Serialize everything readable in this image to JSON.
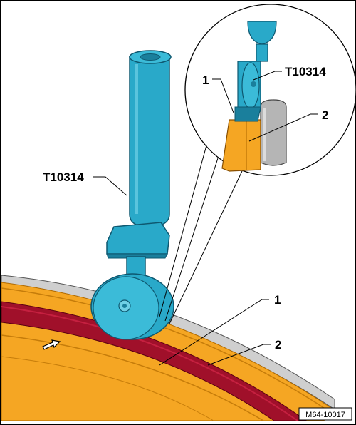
{
  "callouts": {
    "tool_main": "T10314",
    "tool_detail": "T10314",
    "part1_main": "1",
    "part2_main": "2",
    "part1_detail": "1",
    "part2_detail": "2"
  },
  "figure_ref": "M64-10017",
  "colors": {
    "tool": "#29a9c9",
    "tool_dark": "#1a7f9c",
    "trim": "#f5a623",
    "seal": "#a0102a",
    "body_grey": "#c8c8c8"
  }
}
